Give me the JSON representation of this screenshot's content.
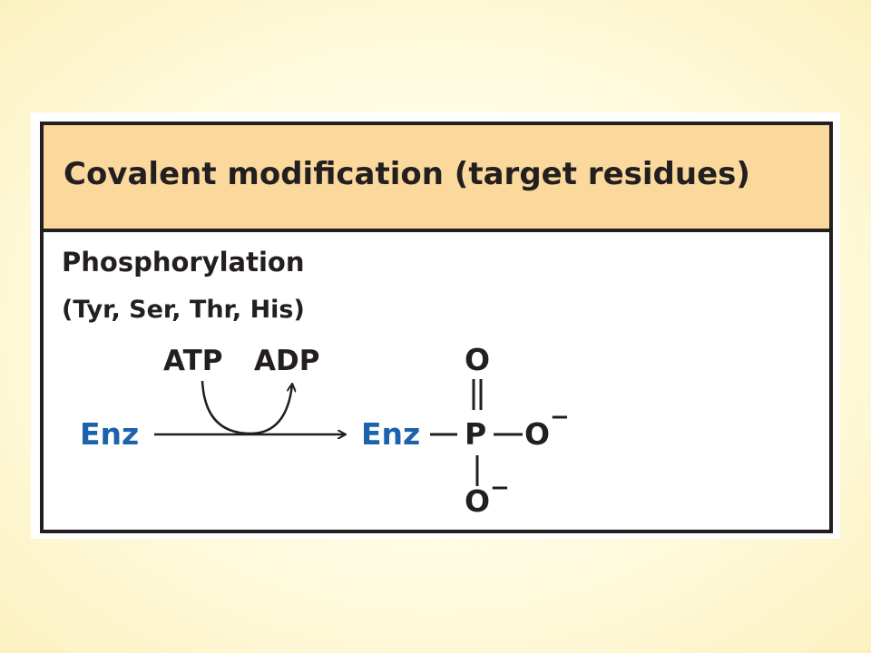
{
  "header": {
    "title": "Covalent modification (target residues)"
  },
  "section": {
    "title": "Phosphorylation",
    "residues": "(Tyr, Ser, Thr, His)"
  },
  "reaction": {
    "substrate": "Enz",
    "cofactor_in": "ATP",
    "cofactor_out": "ADP",
    "product": {
      "enzyme": "Enz",
      "atom": "P",
      "oxygen_top": "O",
      "oxygen_right": "O",
      "oxygen_bottom": "O",
      "charge": "−"
    }
  },
  "colors": {
    "header_fill": "#fbd99d",
    "enzyme_blue": "#1d62ad",
    "ink": "#231f20"
  }
}
